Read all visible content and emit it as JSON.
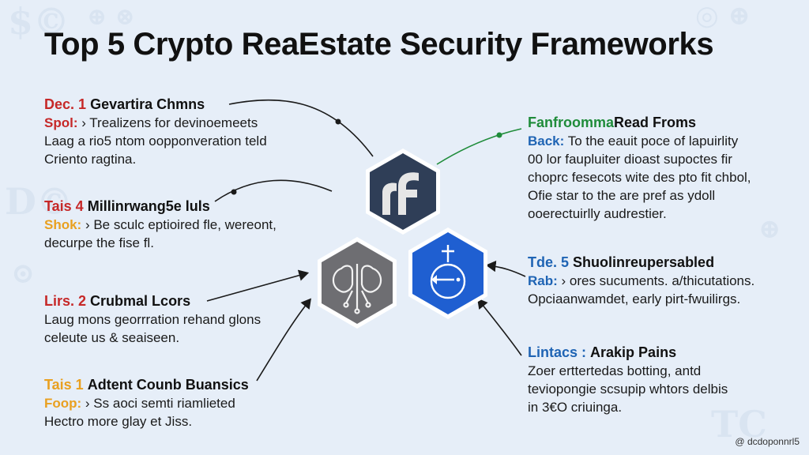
{
  "title": "Top 5 Crypto ReaEstate Security Frameworks",
  "credit": "@ dcdoponnrl5",
  "colors": {
    "red": "#c62828",
    "orange": "#e9a020",
    "green": "#1f8c3a",
    "blue": "#1f64b4",
    "navy": "#2f3e57",
    "gray": "#6e6e72",
    "royal": "#1f5fd1"
  },
  "icons": {
    "top": "rf-logo-icon",
    "left": "brain-circuit-icon",
    "right": "globe-cross-icon"
  },
  "blocks": [
    {
      "label": "Dec. 1",
      "label_color": "#c62828",
      "title": "Gevartira Chmns",
      "lines": [
        {
          "prefix": "Spol:",
          "prefix_color": "#c62828",
          "text": " › Trealizens for devinoemeets"
        },
        {
          "prefix": "",
          "prefix_color": "",
          "text": "Laag a rio5 ntom oopponveration teld"
        },
        {
          "prefix": "",
          "prefix_color": "",
          "text": "Criento ragtina."
        }
      ]
    },
    {
      "label": "Tais 4",
      "label_color": "#c62828",
      "title": "Millinrwang5e luls",
      "lines": [
        {
          "prefix": "Shok:",
          "prefix_color": "#e9a020",
          "text": " › Be sculc eptioired fle, wereont,"
        },
        {
          "prefix": "",
          "prefix_color": "",
          "text": "decurpe the fise fl."
        }
      ]
    },
    {
      "label": "Lirs. 2",
      "label_color": "#c62828",
      "title": "Crubmal Lcors",
      "lines": [
        {
          "prefix": "",
          "prefix_color": "",
          "text": "Laug mons georrration rehand glons"
        },
        {
          "prefix": "",
          "prefix_color": "",
          "text": "celeute us & seaiseen."
        }
      ]
    },
    {
      "label": "Tais 1",
      "label_color": "#e9a020",
      "title": "Adtent Counb Buansics",
      "lines": [
        {
          "prefix": "Foop:",
          "prefix_color": "#e9a020",
          "text": " › Ss aoci semti riamlieted"
        },
        {
          "prefix": "",
          "prefix_color": "",
          "text": "Hectro more glay et Jiss."
        }
      ]
    },
    {
      "label": "Fanfroomma",
      "label_color": "#1f8c3a",
      "title": "Read Froms",
      "lines": [
        {
          "prefix": "Back:",
          "prefix_color": "#1f64b4",
          "text": " To the eauit poce of lapuirlity"
        },
        {
          "prefix": "",
          "prefix_color": "",
          "text": "00 lor faupluiter dioast supoctes fir"
        },
        {
          "prefix": "",
          "prefix_color": "",
          "text": "choprc fesecots wite des pto fit chbol,"
        },
        {
          "prefix": "",
          "prefix_color": "",
          "text": "Ofie star to the are pref as ydoll"
        },
        {
          "prefix": "",
          "prefix_color": "",
          "text": "ooerectuirlly audrestier."
        }
      ]
    },
    {
      "label": "Tde. 5",
      "label_color": "#1f64b4",
      "title": "Shuolinreupersabled",
      "lines": [
        {
          "prefix": "Rab:",
          "prefix_color": "#1f64b4",
          "text": " › ores sucuments. a/thicutations."
        },
        {
          "prefix": "",
          "prefix_color": "",
          "text": "Opciaanwamdet, early pirt-fwuilirgs."
        }
      ]
    },
    {
      "label": "Lintacs :",
      "label_color": "#1f64b4",
      "title": "Arakip Pains",
      "lines": [
        {
          "prefix": "",
          "prefix_color": "",
          "text": "Zoer erttertedas botting, antd"
        },
        {
          "prefix": "",
          "prefix_color": "",
          "text": "teviopongie scsupip whtors delbis"
        },
        {
          "prefix": "",
          "prefix_color": "",
          "text": "in 3€O criuinga."
        }
      ]
    }
  ]
}
